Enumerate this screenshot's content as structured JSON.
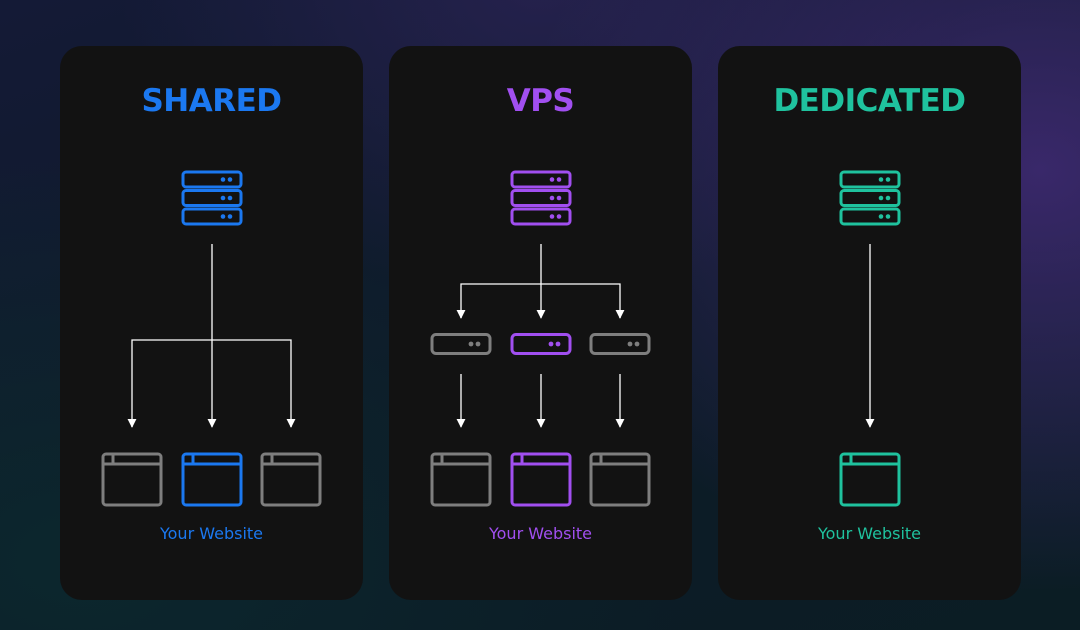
{
  "colors": {
    "shared": "#1b78f0",
    "vps": "#a14ff0",
    "dedicated": "#1fc29e",
    "inactive": "#7e7e7e",
    "connector": "#ffffff",
    "card_background": "#121212"
  },
  "plans": [
    {
      "id": "shared",
      "title": "SHARED",
      "caption": "Your Website",
      "accent": "#1b78f0",
      "icons": [
        "server-icon",
        "browser-window-icon"
      ],
      "virtual_servers": 0,
      "websites": 3,
      "highlighted_website": 1
    },
    {
      "id": "vps",
      "title": "VPS",
      "caption": "Your Website",
      "accent": "#a14ff0",
      "icons": [
        "server-icon",
        "virtual-server-icon",
        "browser-window-icon"
      ],
      "virtual_servers": 3,
      "websites": 3,
      "highlighted_website": 1
    },
    {
      "id": "dedicated",
      "title": "DEDICATED",
      "caption": "Your Website",
      "accent": "#1fc29e",
      "icons": [
        "server-icon",
        "browser-window-icon"
      ],
      "virtual_servers": 0,
      "websites": 1,
      "highlighted_website": 0
    }
  ]
}
